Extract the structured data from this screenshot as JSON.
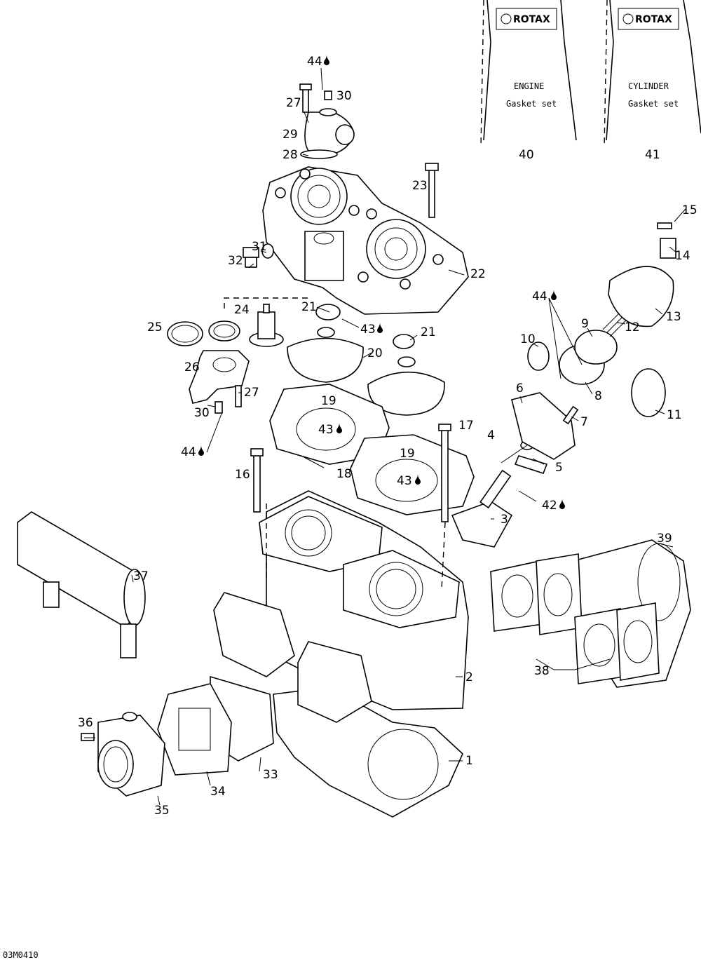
{
  "diagram": {
    "code": "03M0410",
    "kits": [
      {
        "number": "40",
        "brand": "ROTAX",
        "line1": "ENGINE",
        "line2": "Gasket set"
      },
      {
        "number": "41",
        "brand": "ROTAX",
        "line1": "CYLINDER",
        "line2": "Gasket set"
      }
    ],
    "callouts": {
      "c1": "1",
      "c2": "2",
      "c3": "3",
      "c4": "4",
      "c5": "5",
      "c6": "6",
      "c7": "7",
      "c8": "8",
      "c9": "9",
      "c10": "10",
      "c11": "11",
      "c12": "12",
      "c13": "13",
      "c14": "14",
      "c15": "15",
      "c16": "16",
      "c17": "17",
      "c18": "18",
      "c19a": "19",
      "c19b": "19",
      "c20": "20",
      "c21a": "21",
      "c21b": "21",
      "c22": "22",
      "c23": "23",
      "c24": "24",
      "c25": "25",
      "c26": "26",
      "c27a": "27",
      "c27b": "27",
      "c28": "28",
      "c29": "29",
      "c30a": "30",
      "c30b": "30",
      "c31": "31",
      "c32": "32",
      "c33": "33",
      "c34": "34",
      "c35": "35",
      "c36": "36",
      "c37": "37",
      "c38": "38",
      "c39": "39",
      "c42": "42",
      "c43a": "43",
      "c43b": "43",
      "c43c": "43",
      "c44a": "44",
      "c44b": "44",
      "c44c": "44"
    }
  }
}
